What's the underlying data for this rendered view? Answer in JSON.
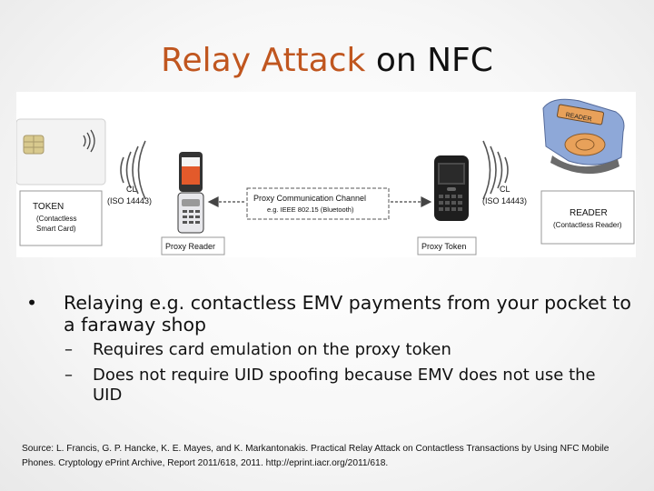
{
  "slide": {
    "title_accent": "Relay Attack",
    "title_rest": " on NFC",
    "diagram": {
      "token_title": "TOKEN",
      "token_sub1": "(Contactless",
      "token_sub2": "Smart Card)",
      "cl_left": "CL",
      "iso_left": "(ISO 14443)",
      "proxy_reader": "Proxy Reader",
      "channel_title": "Proxy Communication Channel",
      "channel_sub": "e.g. IEEE 802.15 (Bluetooth)",
      "proxy_token": "Proxy Token",
      "cl_right": "CL",
      "iso_right": "(ISO 14443)",
      "reader_title": "READER",
      "reader_sub": "(Contactless Reader)",
      "device_label": "READER"
    },
    "bullet1": "Relaying e.g. contactless EMV payments from your pocket to a faraway shop",
    "sub_bullets": [
      "Requires card emulation on the proxy token",
      "Does not require UID spoofing because EMV does not use the UID"
    ],
    "bullet_marker": "•",
    "dash_marker": "–",
    "source": "Source: L. Francis, G. P. Hancke, K. E. Mayes, and K. Markantonakis. Practical Relay Attack on Contactless Transactions by Using NFC Mobile Phones. Cryptology ePrint Archive, Report 2011/618, 2011. http://eprint.iacr.org/2011/618."
  },
  "colors": {
    "accent": "#c0561f",
    "reader_blue": "#8ea8d8",
    "reader_orange": "#e8a15a"
  }
}
